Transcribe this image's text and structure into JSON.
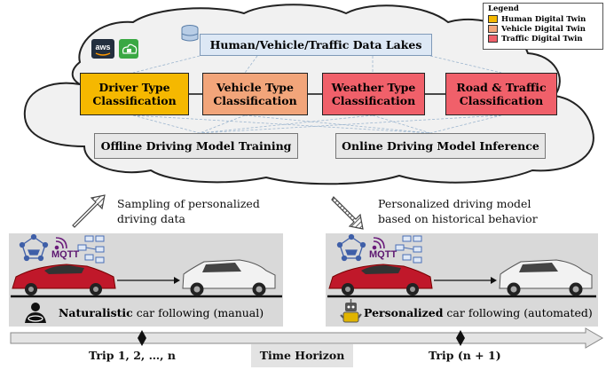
{
  "legend": {
    "title": "Legend",
    "items": [
      {
        "label": "Human Digital Twin",
        "color": "#f5b800"
      },
      {
        "label": "Vehicle Digital Twin",
        "color": "#f2a57a"
      },
      {
        "label": "Traffic Digital Twin",
        "color": "#f0606a"
      }
    ]
  },
  "cloud": {
    "data_lakes": "Human/Vehicle/Traffic Data Lakes",
    "classifications": [
      {
        "line1": "Driver Type",
        "line2": "Classification",
        "color": "#f5b800"
      },
      {
        "line1": "Vehicle Type",
        "line2": "Classification",
        "color": "#f2a57a"
      },
      {
        "line1": "Weather Type",
        "line2": "Classification",
        "color": "#f0606a"
      },
      {
        "line1": "Road & Traffic",
        "line2": "Classification",
        "color": "#f0606a"
      }
    ],
    "training": "Offline Driving Model Training",
    "inference": "Online Driving Model Inference",
    "icons": [
      "aws-logo",
      "cloud-lock-icon",
      "database-icon"
    ]
  },
  "upload_note": {
    "line1": "Sampling of personalized",
    "line2": "driving data"
  },
  "download_note": {
    "line1": "Personalized driving model",
    "line2": "based on historical behavior"
  },
  "left_panel": {
    "mqtt": "MQTT",
    "caption_bold": "Naturalistic",
    "caption_rest": " car following (manual)"
  },
  "right_panel": {
    "mqtt": "MQTT",
    "caption_bold": "Personalized",
    "caption_rest": " car following (automated)"
  },
  "timeline": {
    "trip_left": "Trip 1, 2, …, n",
    "trip_right": "Trip (n + 1)",
    "label": "Time Horizon"
  }
}
